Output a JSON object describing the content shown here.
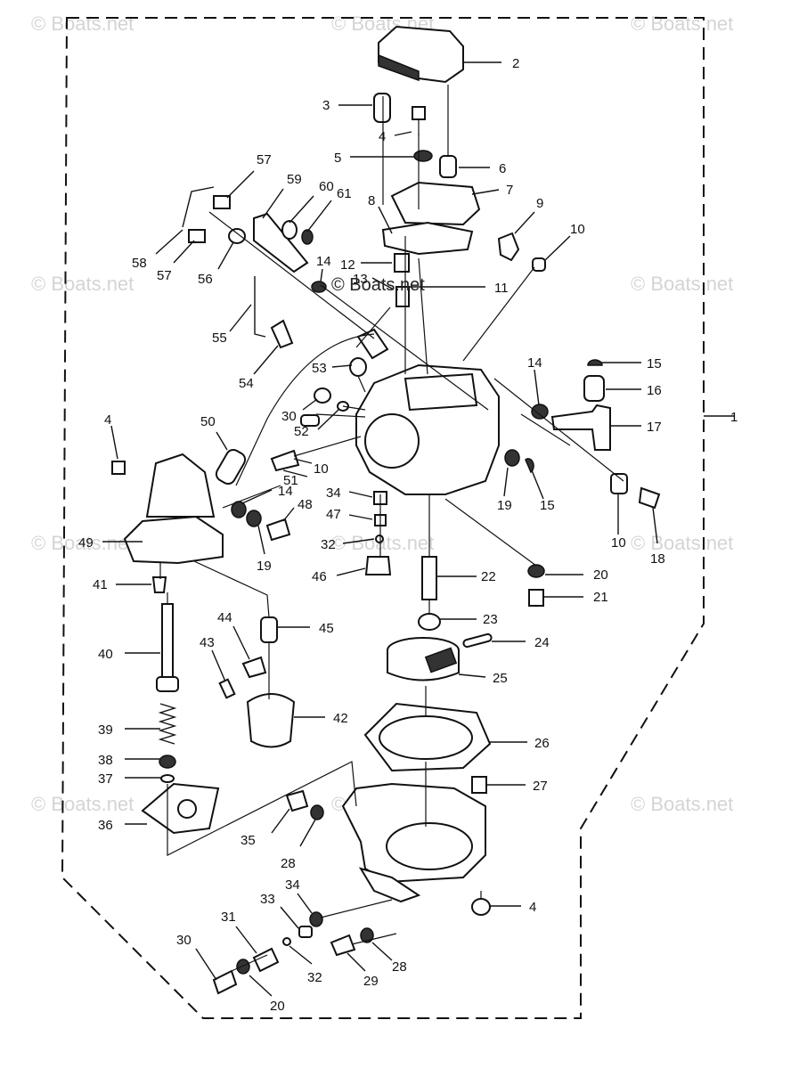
{
  "watermarks": [
    "© Boats.net",
    "© Boats.net",
    "© Boats.net",
    "© Boats.net",
    "© Boats.net",
    "© Boats.net",
    "© Boats.net",
    "© Boats.net",
    "© Boats.net",
    "© Boats.net",
    "© Boats.net",
    "© Boats.net"
  ],
  "callouts": [
    "1",
    "2",
    "3",
    "4",
    "5",
    "6",
    "7",
    "8",
    "9",
    "10",
    "57",
    "59",
    "60",
    "61",
    "58",
    "57",
    "56",
    "14",
    "12",
    "13",
    "11",
    "55",
    "54",
    "53",
    "14",
    "15",
    "16",
    "17",
    "4",
    "50",
    "30",
    "52",
    "10",
    "51",
    "34",
    "14",
    "48",
    "47",
    "49",
    "19",
    "32",
    "19",
    "15",
    "10",
    "18",
    "41",
    "46",
    "22",
    "20",
    "21",
    "44",
    "45",
    "43",
    "23",
    "24",
    "40",
    "25",
    "42",
    "26",
    "39",
    "38",
    "37",
    "27",
    "36",
    "35",
    "28",
    "4",
    "34",
    "33",
    "31",
    "30",
    "32",
    "29",
    "28",
    "20"
  ]
}
